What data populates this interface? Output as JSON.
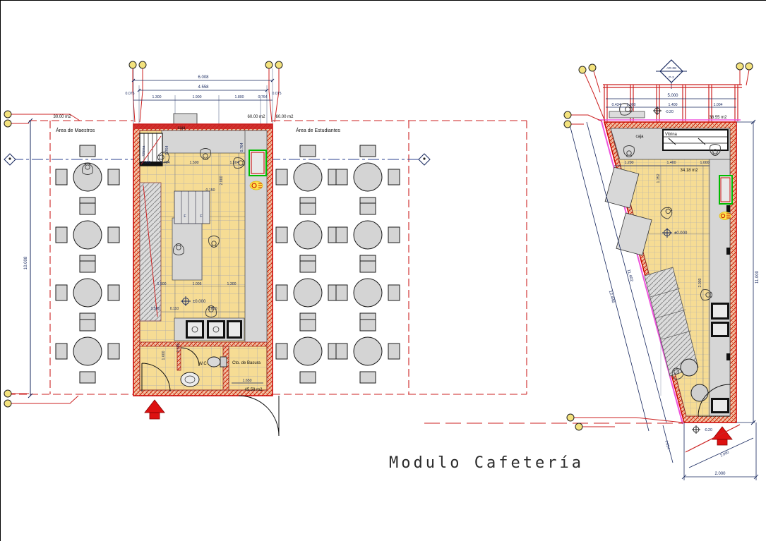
{
  "title": "Modulo Cafetería",
  "colors": {
    "wall_red": "#cc2222",
    "floor_yellow": "#f6dc94",
    "counter_grey": "#d6d6d6",
    "dim_navy": "#16275e",
    "boundary_red": "#cc2222",
    "centerline_blue": "#2a3f8f",
    "bubble_yellow": "#f3e27d",
    "accent_magenta": "#ee55dd",
    "fridge_green": "#00bb00",
    "glow_yellow": "#ffe34d",
    "arrow_red": "#dd1111"
  },
  "left_plan": {
    "teachers_area_label": "Área de Maestros",
    "teachers_area_size": "30.00 m2",
    "students_area_label": "Área de Estudiantes",
    "students_area_size_a": "60.00 m2",
    "students_area_size_b": "60.00 m2",
    "labels": {
      "vitrina": "Vitrina",
      "caja": "caja",
      "wc": "W.C",
      "basura": "Cto. de Basura",
      "basura_area": "45.59 m2",
      "f_left": "F",
      "f_right": "F"
    },
    "elevation": "±0.000",
    "dims": {
      "total_width": "6.008",
      "inner_width": "4.558",
      "offset_left": "0.075",
      "offset_right": "0.075",
      "top_segments": [
        "1.300",
        "1.900",
        "1.800",
        "0.764"
      ],
      "total_height": "10.008",
      "row1": [
        "0.905",
        "0.764",
        "1.500",
        "1.504"
      ],
      "row2": [
        "1.500",
        "1.005",
        "1.300"
      ],
      "row3": [
        "1.500",
        "0.110",
        "2.000"
      ],
      "v1": "0.764",
      "v2": "0.764",
      "v3": "2.000",
      "v4": "1.100",
      "v5": "1.600",
      "small": "0.150",
      "basura_width": "1.650"
    }
  },
  "right_plan": {
    "section_marker": {
      "top": "AR-08",
      "bottom": "P-2"
    },
    "labels": {
      "caja": "caja",
      "vitrina": "Vitrina"
    },
    "area_main": "34.18 m2",
    "area_top": "38.55 m2",
    "elevations": {
      "portico": "-0.20",
      "main": "±0.000",
      "entry": "-0.20"
    },
    "dims": {
      "portico_width": "5.000",
      "portico_bay": "1.400",
      "portico_right": "1.004",
      "portico_left_a": "0.434",
      "portico_left_b": "1.000",
      "counter_row": [
        "1.200",
        "1.400",
        "1.000",
        "1.404"
      ],
      "vitrina_depth": "1.352",
      "height_right": "11.000",
      "slant_a": "11.402",
      "slant_b": "12.446",
      "interior_v": "2.000",
      "bottom_v": "1.054",
      "bottom_slant": "2.000",
      "bottom_width": "2.000"
    }
  }
}
